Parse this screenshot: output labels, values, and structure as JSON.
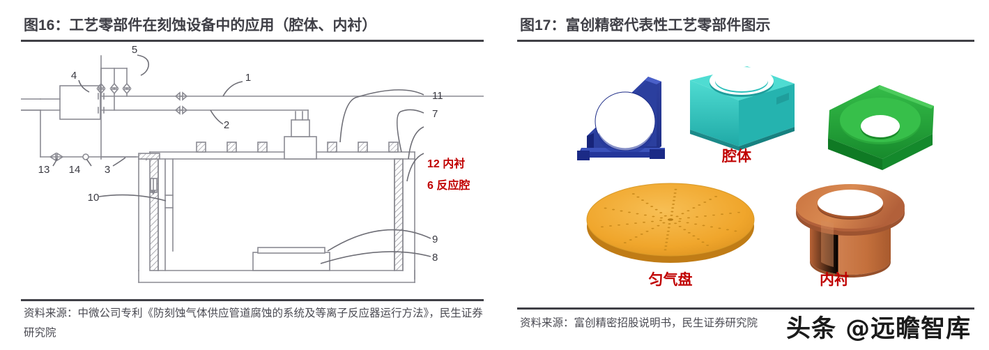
{
  "figure_left": {
    "title": "图16：工艺零部件在刻蚀设备中的应用（腔体、内衬）",
    "source": "资料来源：中微公司专利《防刻蚀气体供应管道腐蚀的系统及等离子反应器运行方法》，民生证券研究院",
    "callouts": {
      "n1": "1",
      "n2": "2",
      "n3": "3",
      "n4": "4",
      "n5": "5",
      "n7": "7",
      "n8": "8",
      "n9": "9",
      "n10": "10",
      "n11": "11",
      "n13": "13",
      "n14": "14"
    },
    "red_labels": {
      "liner": "12 内衬",
      "chamber": "6 反应腔"
    },
    "red_color": "#c00000",
    "line_color": "#8a8a92"
  },
  "figure_right": {
    "title": "图17：富创精密代表性工艺零部件图示",
    "source": "资料来源：富创精密招股说明书，民生证券研究院",
    "parts": [
      {
        "name": "blue-bracket",
        "caption": "",
        "color": "#2b3f9e"
      },
      {
        "name": "cavity",
        "caption": "腔体",
        "color": "#2fc4bd"
      },
      {
        "name": "green-hex-flange",
        "caption": "",
        "color": "#22a33a"
      },
      {
        "name": "gas-distribution-plate",
        "caption": "匀气盘",
        "color": "#f0a62c"
      },
      {
        "name": "liner",
        "caption": "内衬",
        "color": "#c4703c"
      }
    ],
    "caption_color": "#c00000"
  },
  "watermark": {
    "text": "头条 @远瞻智库"
  }
}
